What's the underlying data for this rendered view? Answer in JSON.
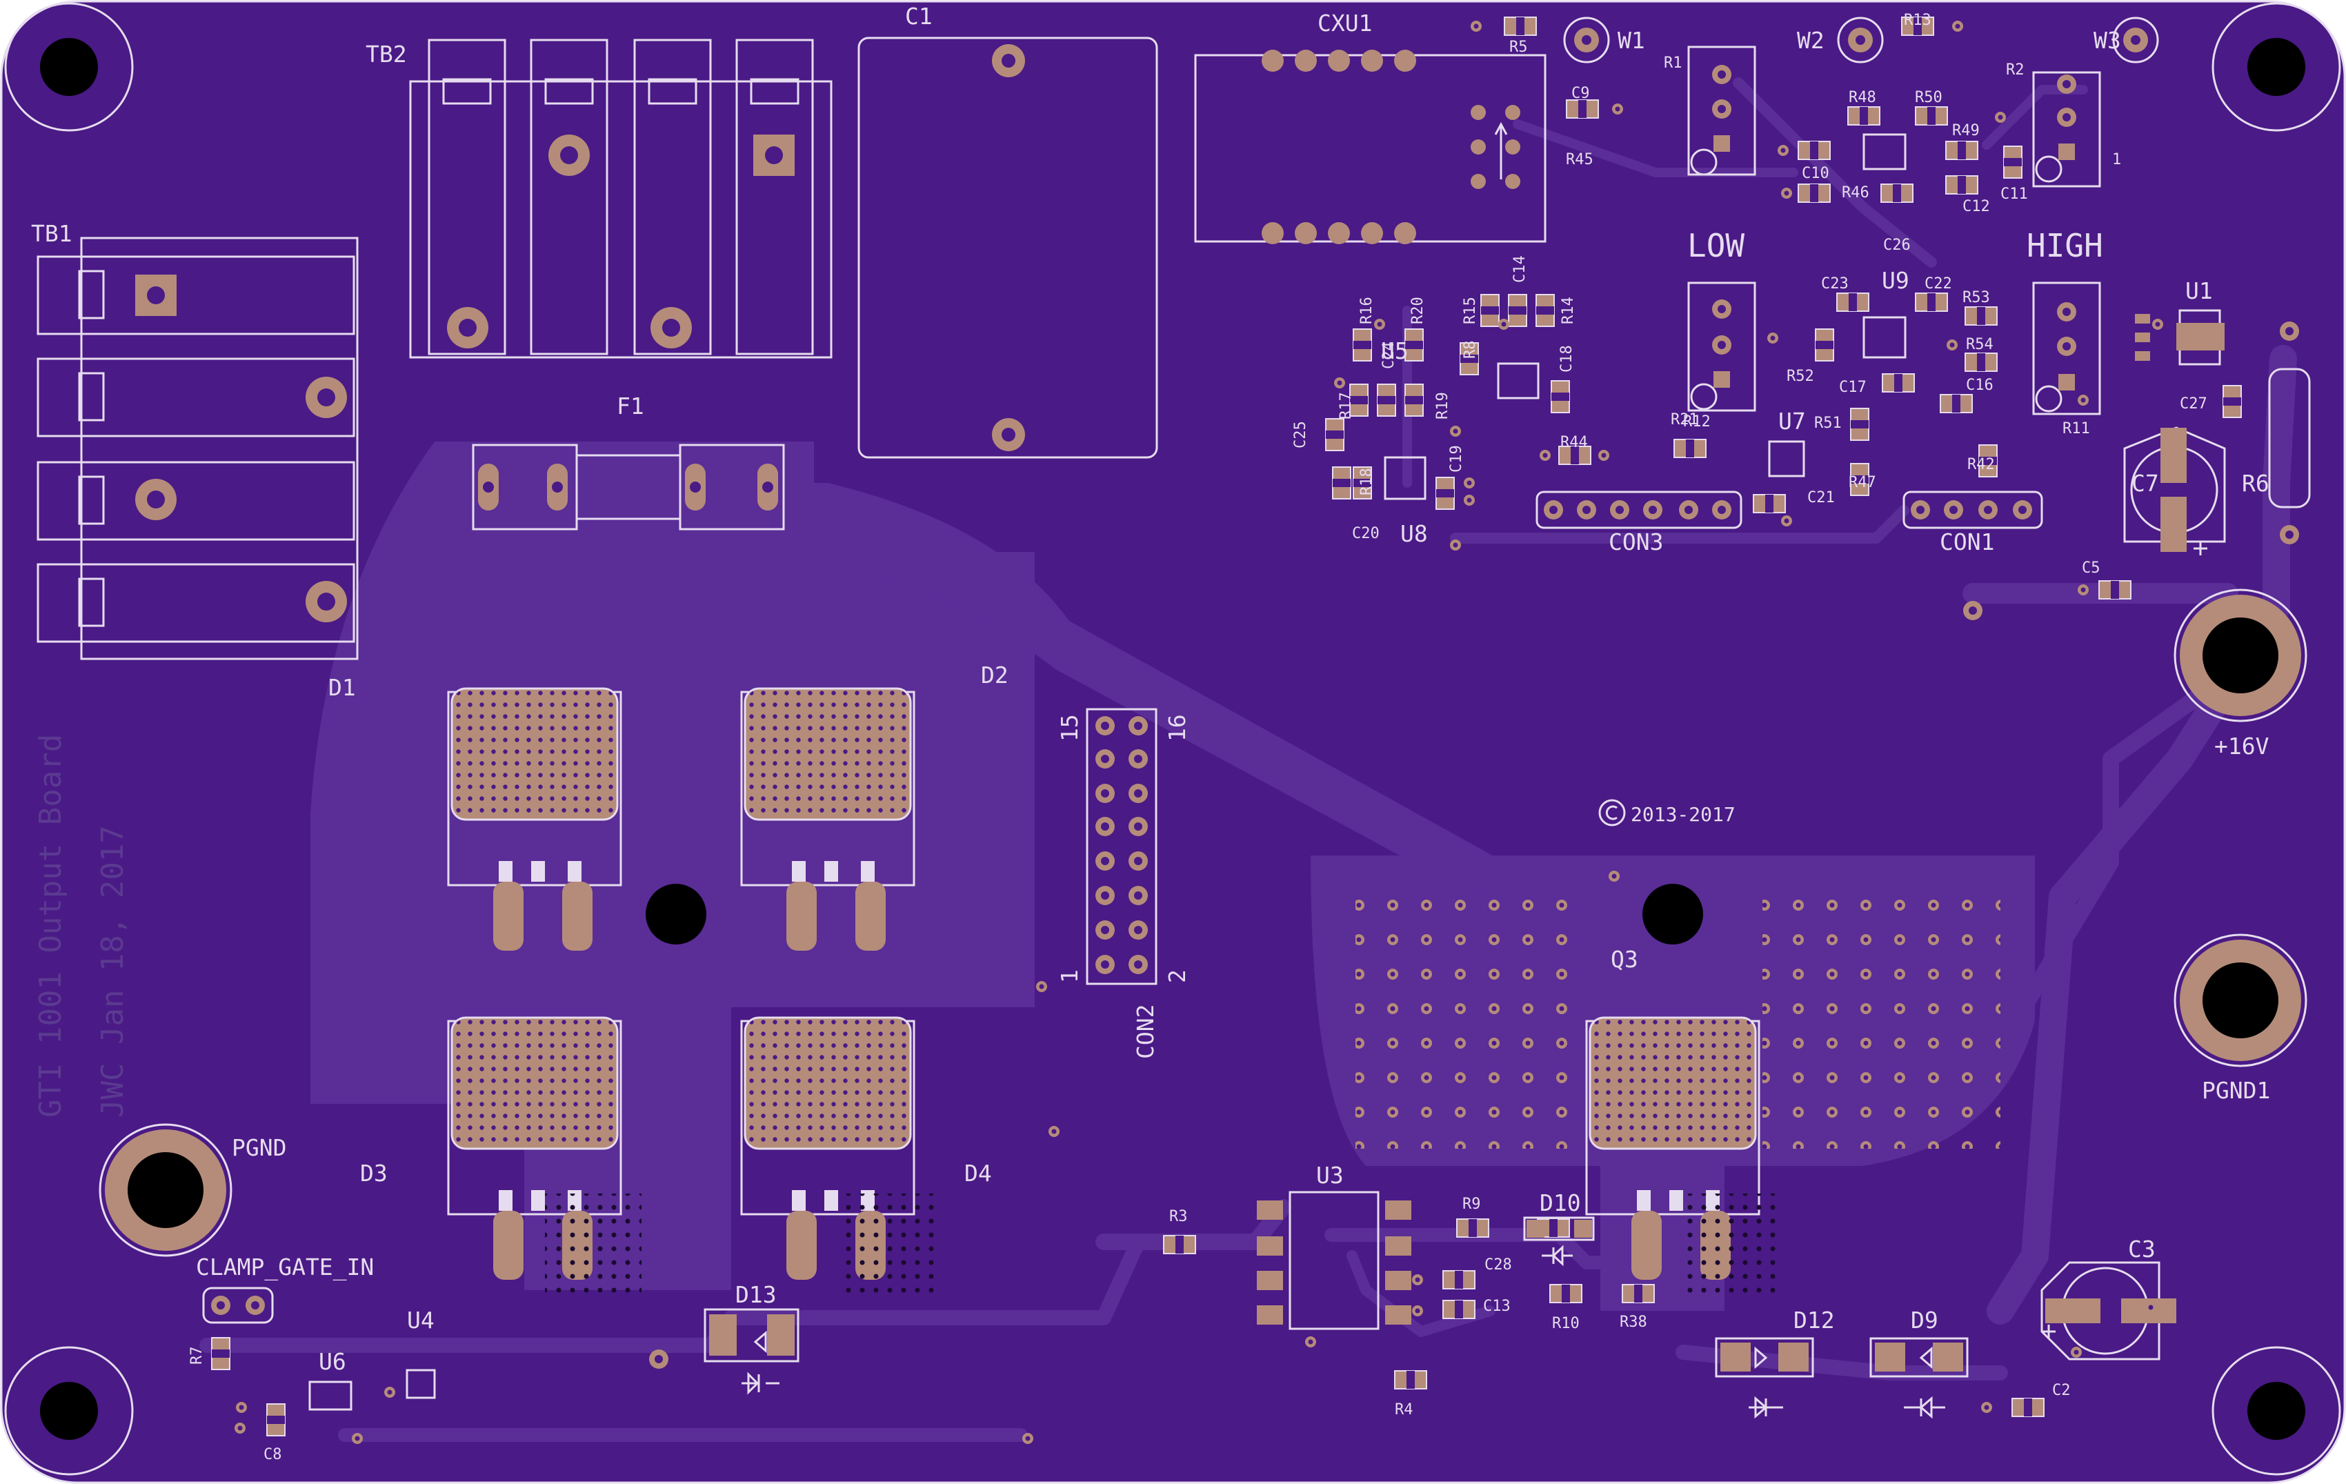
{
  "colors": {
    "board": "#4a1a86",
    "pour": "#5a2d97",
    "copper": "#b58c7a",
    "silk": "#e6dcef",
    "drill": "#000000"
  },
  "labels": {
    "TB2": "TB2",
    "C1": "C1",
    "CXU1": "CXU1",
    "R5": "R5",
    "W1": "W1",
    "R1": "R1",
    "W2": "W2",
    "R13": "R13",
    "W3": "W3",
    "R2": "R2",
    "R48": "R48",
    "R50": "R50",
    "R49": "R49",
    "C10": "C10",
    "R46": "R46",
    "C12": "C12",
    "C11": "C11",
    "C26": "C26",
    "C9": "C9",
    "R45": "R45",
    "LOW": "LOW",
    "HIGH": "HIGH",
    "TB1": "TB1",
    "C23": "C23",
    "U9": "U9",
    "C22": "C22",
    "R53": "R53",
    "R54": "R54",
    "R52": "R52",
    "C17": "C17",
    "C16": "C16",
    "U1": "U1",
    "C27": "C27",
    "R16": "R16",
    "R20": "R20",
    "R15": "R15",
    "C14": "C14",
    "R14": "R14",
    "C24": "C24",
    "R8": "R8",
    "U5": "U5",
    "C18": "C18",
    "R17": "R17",
    "R19": "R19",
    "C25": "C25",
    "R21": "R21",
    "R12": "R12",
    "U7": "U7",
    "R51": "R51",
    "R11": "R11",
    "R44": "R44",
    "C19": "C19",
    "R18": "R18",
    "C20": "C20",
    "U8": "U8",
    "CON3": "CON3",
    "C21": "C21",
    "R47": "R47",
    "R42": "R42",
    "CON1": "CON1",
    "C7": "C7",
    "R6": "R6",
    "F1": "F1",
    "C5": "C5",
    "D1": "D1",
    "D2": "D2",
    "PLUS16V": "+16V",
    "N15": "15",
    "N16": "16",
    "N1": "1",
    "N2": "2",
    "CON2": "CON2",
    "COPY": "2013-2017",
    "Q3": "Q3",
    "PGND1": "PGND1",
    "PGND": "PGND",
    "D3": "D3",
    "D4": "D4",
    "CLAMP": "CLAMP_GATE_IN",
    "R3": "R3",
    "U3": "U3",
    "R9": "R9",
    "D10": "D10",
    "C28": "C28",
    "C3": "C3",
    "C13": "C13",
    "R10": "R10",
    "R38": "R38",
    "D12": "D12",
    "D9": "D9",
    "D13": "D13",
    "R7": "R7",
    "U4": "U4",
    "U6": "U6",
    "R4": "R4",
    "C2": "C2",
    "C8": "C8",
    "PIN1": "1"
  },
  "watermark": {
    "line1": "GTI 1001 Output Board",
    "line2": "JWC Jan 18, 2017"
  }
}
